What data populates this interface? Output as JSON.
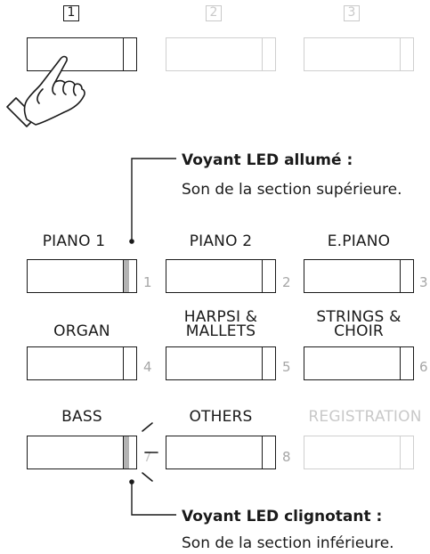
{
  "steps": [
    "1",
    "2",
    "3"
  ],
  "buttons": [
    {
      "label": "PIANO 1",
      "number": "1"
    },
    {
      "label": "PIANO 2",
      "number": "2"
    },
    {
      "label": "E.PIANO",
      "number": "3"
    },
    {
      "label_line1": "",
      "label_line2": "ORGAN",
      "number": "4"
    },
    {
      "label_line1": "HARPSI &",
      "label_line2": "MALLETS",
      "number": "5"
    },
    {
      "label_line1": "STRINGS &",
      "label_line2": "CHOIR",
      "number": "6"
    },
    {
      "label": "BASS",
      "number": "7"
    },
    {
      "label": "OTHERS",
      "number": "8"
    },
    {
      "label": "REGISTRATION"
    }
  ],
  "callouts": {
    "upper": {
      "title": "Voyant LED allumé :",
      "text": "Son de la section supérieure."
    },
    "lower": {
      "title": "Voyant LED clignotant :",
      "text": "Son de la section inférieure."
    }
  },
  "colors": {
    "ink": "#1a1a1a",
    "dim": "#cfcfcf",
    "led_on": "#b3b3b3",
    "number": "#a6a6a6"
  },
  "icons": [
    "pointing-hand-icon",
    "led-blink-rays-icon"
  ]
}
